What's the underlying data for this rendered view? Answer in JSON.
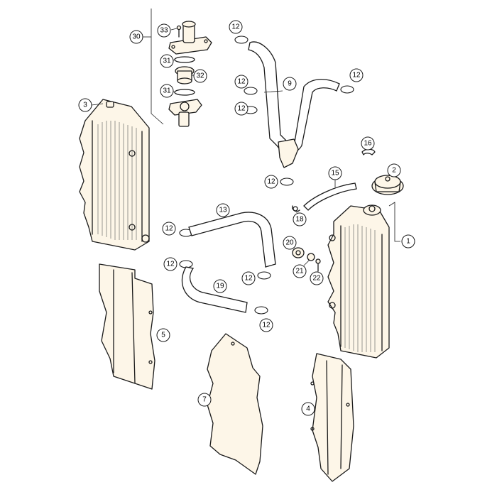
{
  "callouts": [
    {
      "id": "c30",
      "label": "30"
    },
    {
      "id": "c33",
      "label": "33"
    },
    {
      "id": "c31a",
      "label": "31"
    },
    {
      "id": "c32",
      "label": "32"
    },
    {
      "id": "c31b",
      "label": "31"
    },
    {
      "id": "c3",
      "label": "3"
    },
    {
      "id": "c12a",
      "label": "12"
    },
    {
      "id": "c9",
      "label": "9"
    },
    {
      "id": "c12b",
      "label": "12"
    },
    {
      "id": "c12c",
      "label": "12"
    },
    {
      "id": "c12d",
      "label": "12"
    },
    {
      "id": "c16",
      "label": "16"
    },
    {
      "id": "c2",
      "label": "2"
    },
    {
      "id": "c15",
      "label": "15"
    },
    {
      "id": "c12e",
      "label": "12"
    },
    {
      "id": "c13",
      "label": "13"
    },
    {
      "id": "c18",
      "label": "18"
    },
    {
      "id": "c1",
      "label": "1"
    },
    {
      "id": "c12f",
      "label": "12"
    },
    {
      "id": "c20",
      "label": "20"
    },
    {
      "id": "c12g",
      "label": "12"
    },
    {
      "id": "c21",
      "label": "21"
    },
    {
      "id": "c12h",
      "label": "12"
    },
    {
      "id": "c22",
      "label": "22"
    },
    {
      "id": "c19",
      "label": "19"
    },
    {
      "id": "c12i",
      "label": "12"
    },
    {
      "id": "c5",
      "label": "5"
    },
    {
      "id": "c7",
      "label": "7"
    },
    {
      "id": "c4",
      "label": "4"
    }
  ]
}
